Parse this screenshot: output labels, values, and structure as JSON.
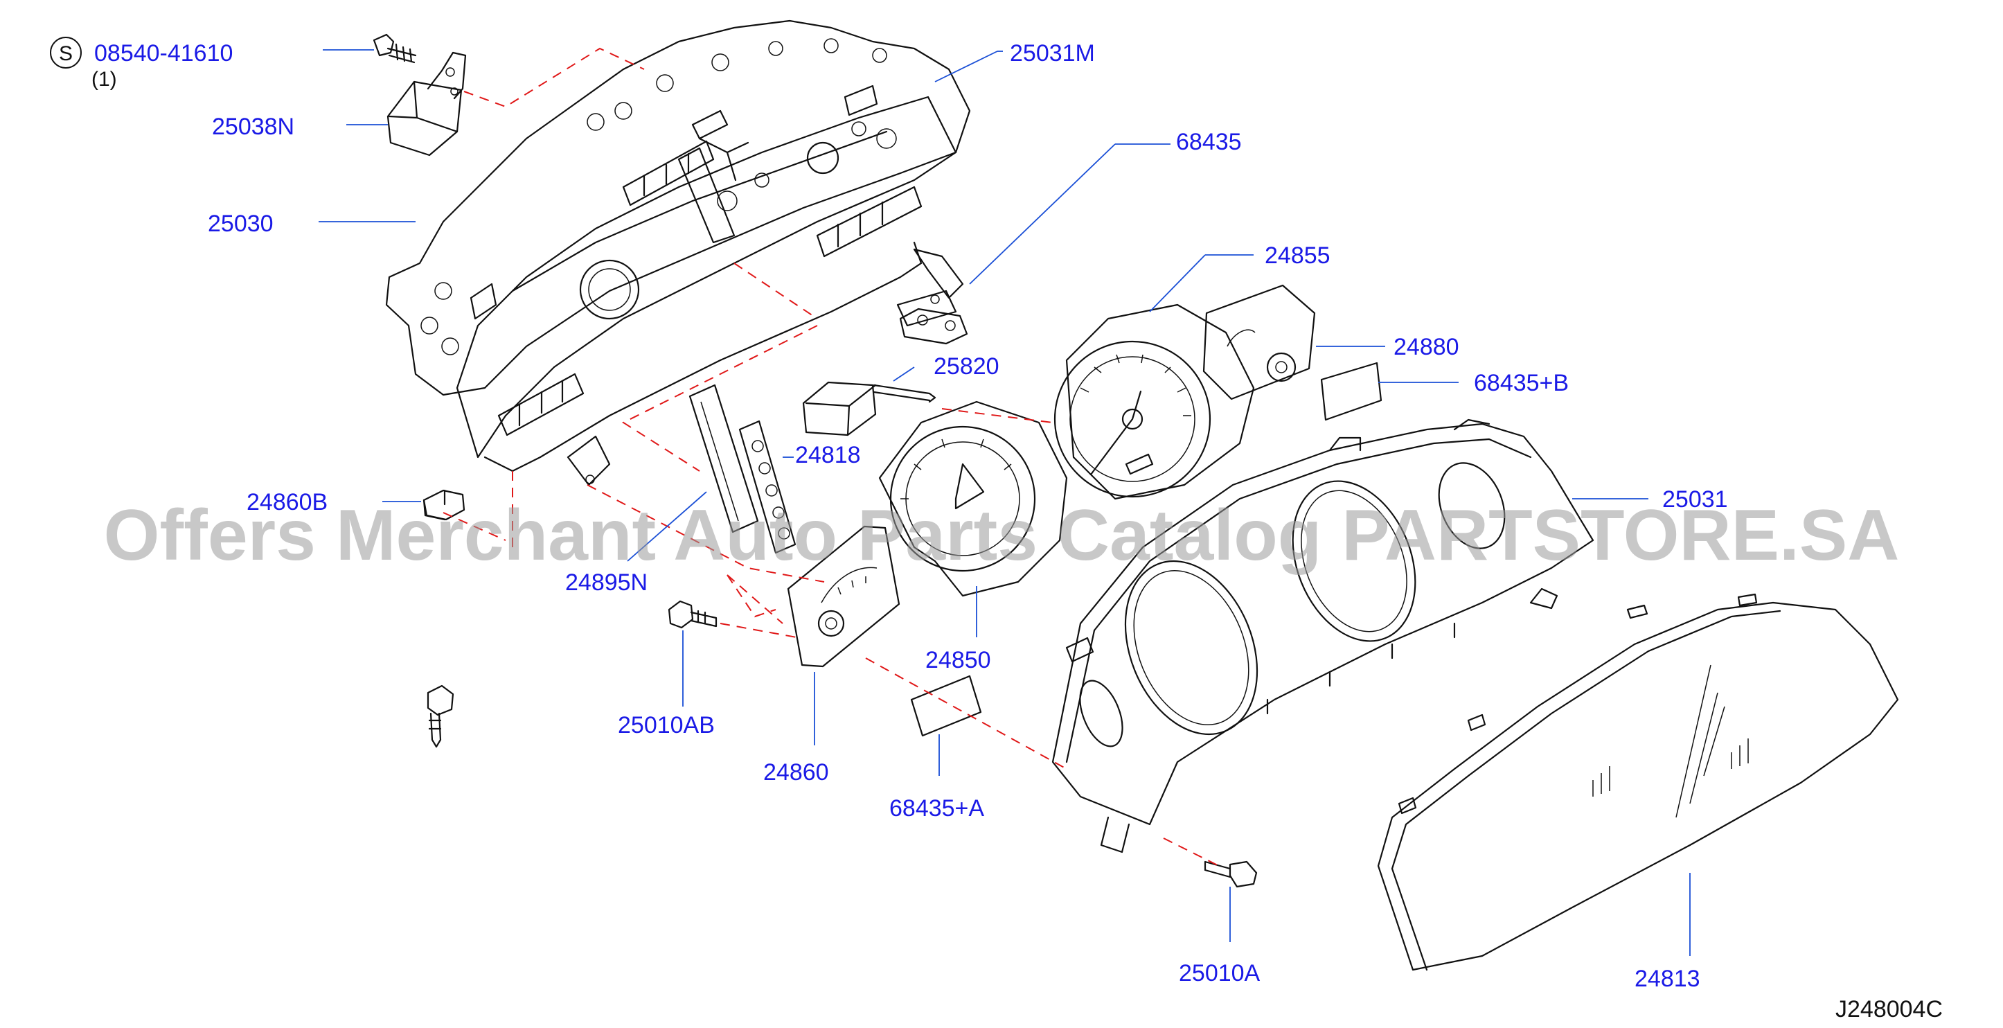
{
  "watermark": "Offers Merchant Auto Parts Catalog PARTSTORE.SA",
  "diagram_code": "J248004C",
  "screw_spec": {
    "symbol": "S",
    "part_number": "08540-41610",
    "quantity": "(1)"
  },
  "labels": {
    "p25031M": "25031M",
    "p25038N": "25038N",
    "p25030": "25030",
    "p68435": "68435",
    "p24855": "24855",
    "p24880": "24880",
    "p68435B": "68435+B",
    "p25820": "25820",
    "p24818": "24818",
    "p24860B": "24860B",
    "p25031": "25031",
    "p24895N": "24895N",
    "p24850": "24850",
    "p25010AB": "25010AB",
    "p24860": "24860",
    "p68435A": "68435+A",
    "p25010A": "25010A",
    "p24813": "24813"
  }
}
